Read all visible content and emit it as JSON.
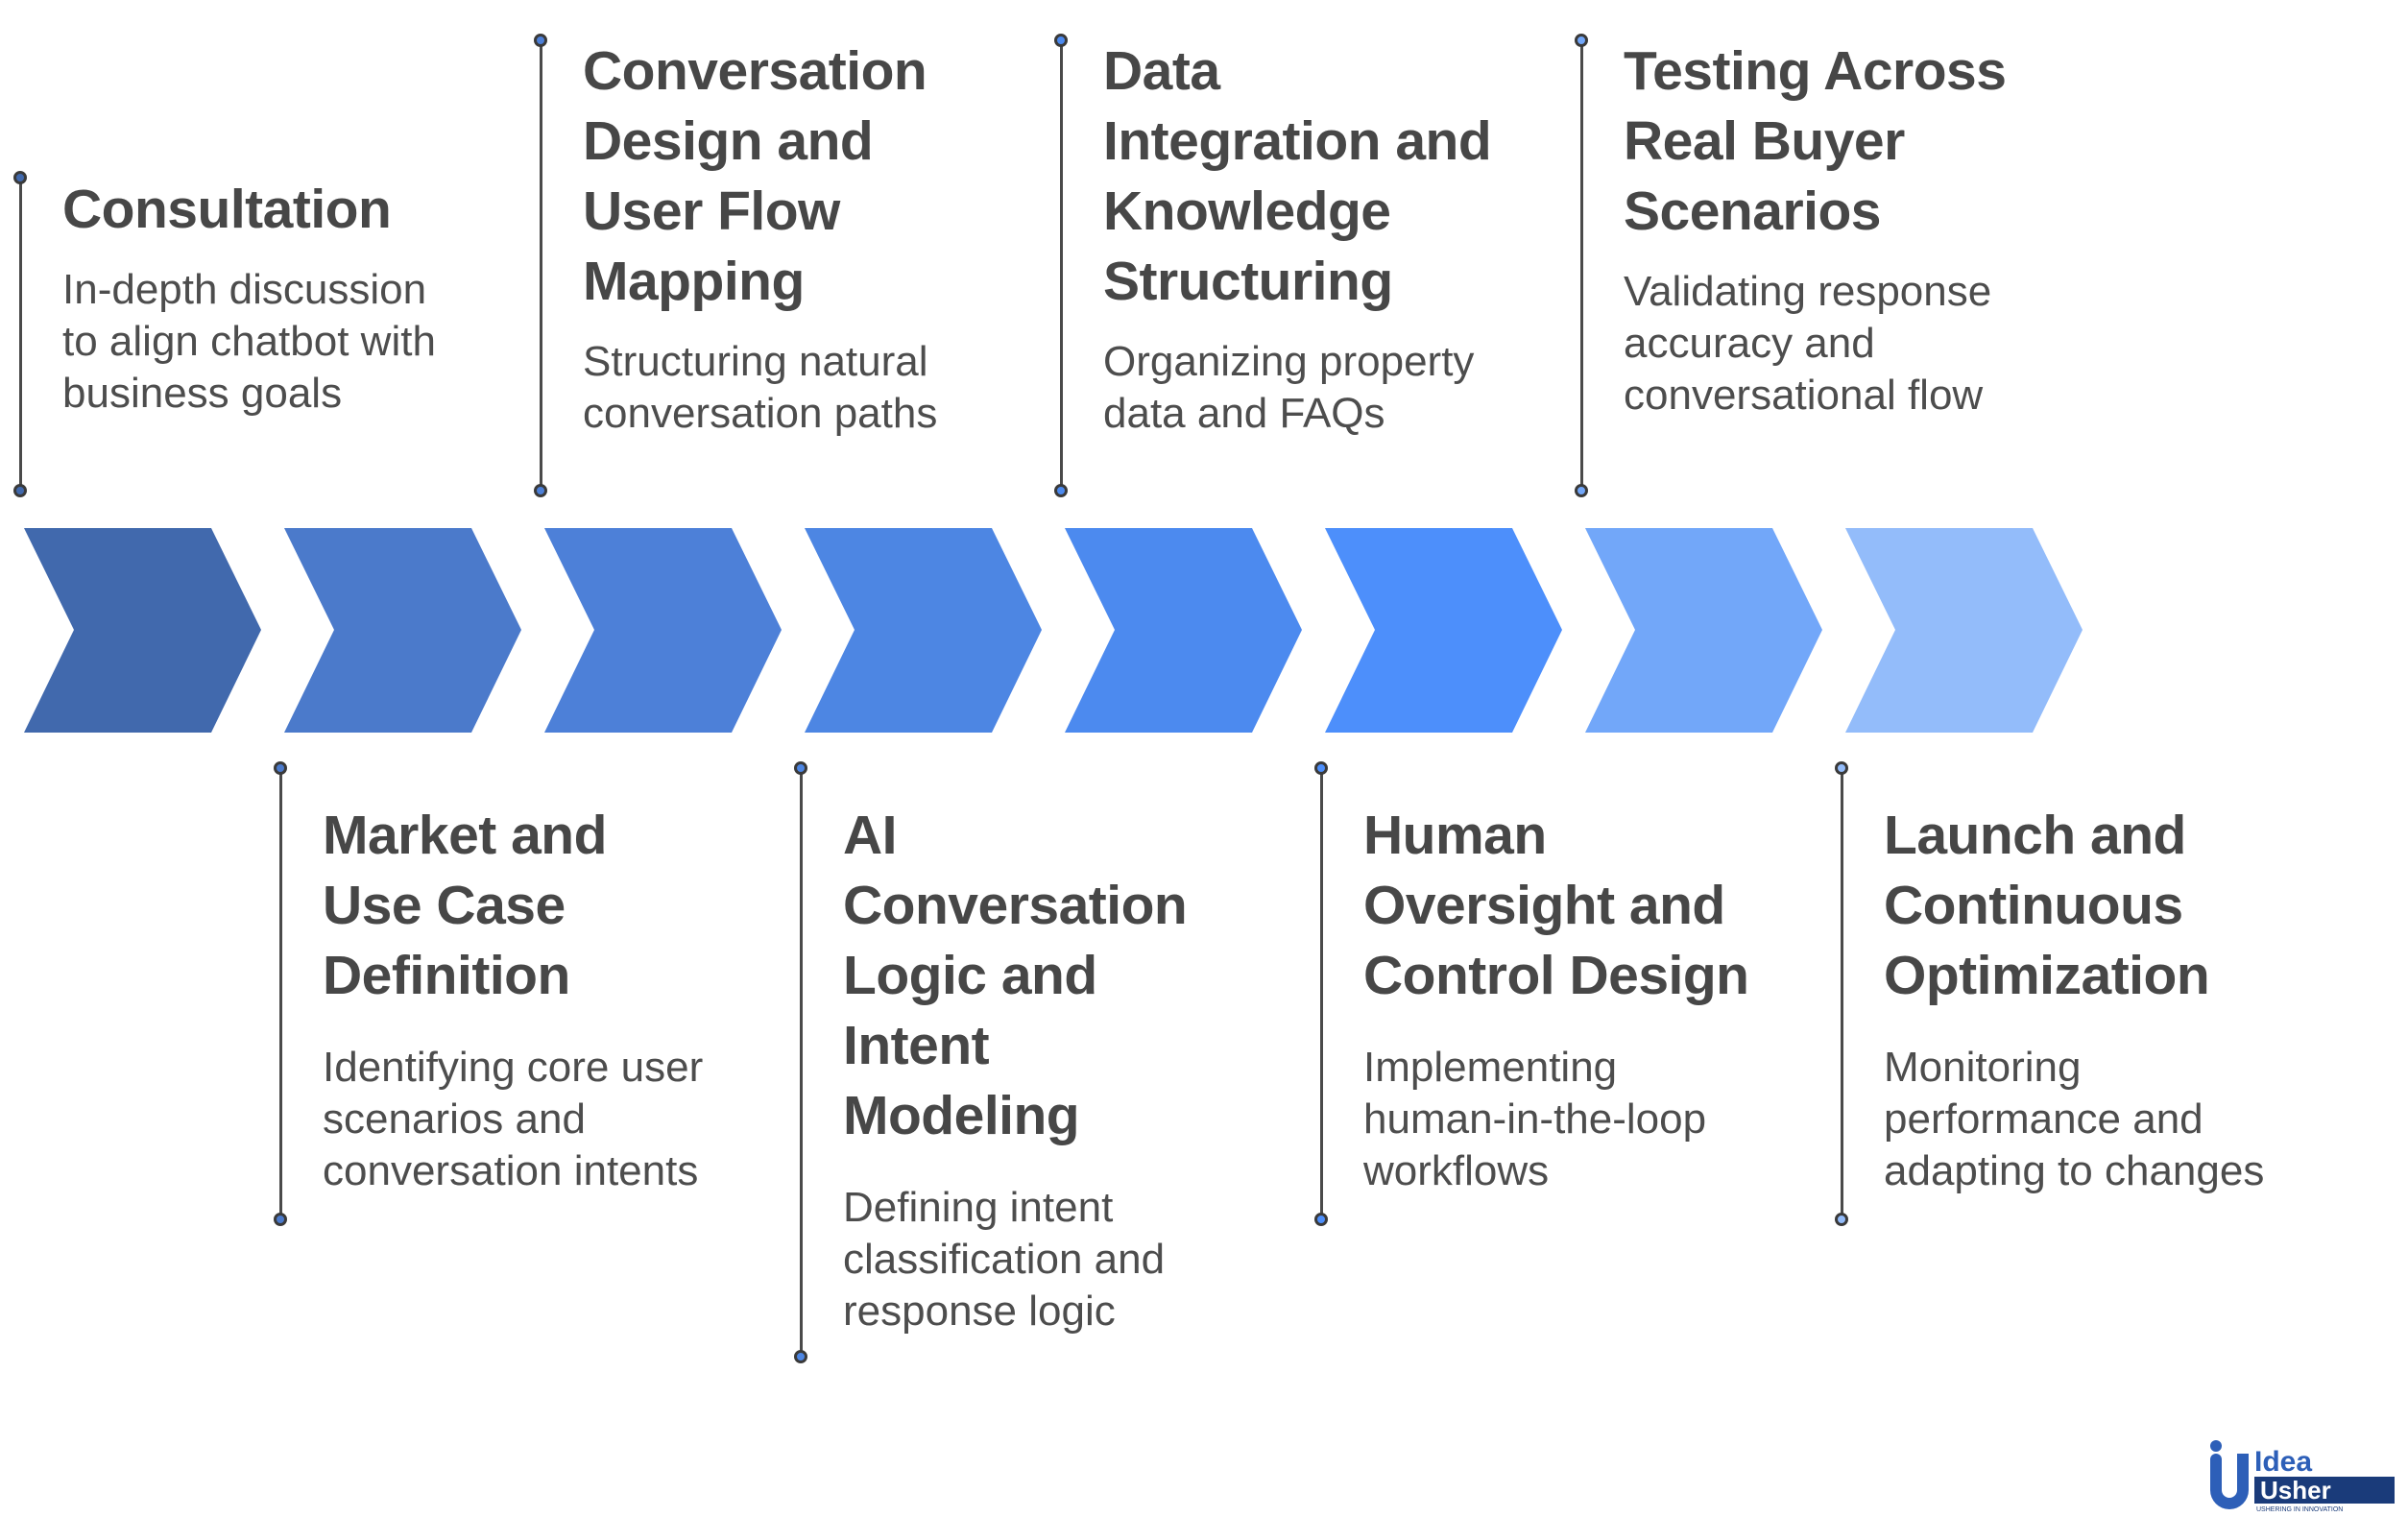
{
  "steps": [
    {
      "title": [
        "Consultation"
      ],
      "description": [
        "In-depth discussion",
        "to align chatbot with",
        "business goals"
      ],
      "color": "#4169ad"
    },
    {
      "title": [
        "Market and",
        "Use Case",
        "Definition"
      ],
      "description": [
        "Identifying core user",
        "scenarios and",
        "conversation intents"
      ],
      "color": "#4b7acb"
    },
    {
      "title": [
        "Conversation",
        "Design and",
        "User Flow",
        "Mapping"
      ],
      "description": [
        "Structuring natural",
        "conversation paths"
      ],
      "color": "#4d80d8"
    },
    {
      "title": [
        "AI",
        "Conversation",
        "Logic and",
        "Intent",
        "Modeling"
      ],
      "description": [
        "Defining intent",
        "classification and",
        "response logic"
      ],
      "color": "#4d86e3"
    },
    {
      "title": [
        "Data",
        "Integration and",
        "Knowledge",
        "Structuring"
      ],
      "description": [
        "Organizing property",
        "data and FAQs"
      ],
      "color": "#4c8aef"
    },
    {
      "title": [
        "Human",
        "Oversight and",
        "Control Design"
      ],
      "description": [
        "Implementing",
        "human-in-the-loop",
        "workflows"
      ],
      "color": "#4d8ffb"
    },
    {
      "title": [
        "Testing Across",
        "Real Buyer",
        "Scenarios"
      ],
      "description": [
        "Validating response",
        "accuracy and",
        "conversational flow"
      ],
      "color": "#72a7f9"
    },
    {
      "title": [
        "Launch and",
        "Continuous",
        "Optimization"
      ],
      "description": [
        "Monitoring",
        "performance and",
        "adapting to changes"
      ],
      "color": "#93bcfa"
    }
  ],
  "logo": {
    "word_top": "Idea",
    "word_bottom": "Usher",
    "tagline": "USHERING IN INNOVATION",
    "primary_color": "#2d5fb8",
    "accent_color": "#1a3b7a"
  }
}
